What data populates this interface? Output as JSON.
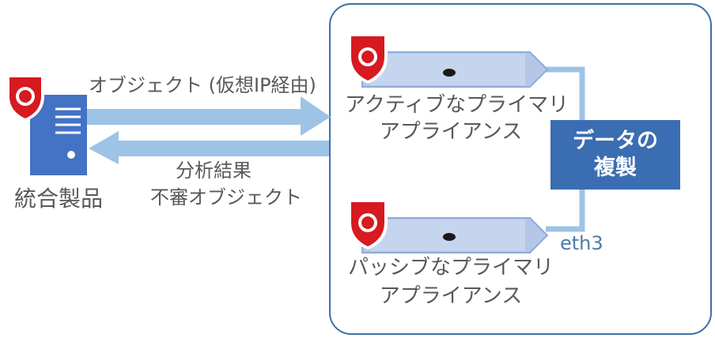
{
  "flows": {
    "request_label": "オブジェクト (仮想IP経由)",
    "response_label_1": "分析結果",
    "response_label_2": "不審オブジェクト"
  },
  "integrated_product": {
    "label": "統合製品",
    "icon": "server-icon"
  },
  "active_appliance": {
    "label_1": "アクティブなプライマリ",
    "label_2": "アプライアンス",
    "icon": "appliance-icon"
  },
  "passive_appliance": {
    "label_1": "パッシブなプライマリ",
    "label_2": "アプライアンス",
    "icon": "appliance-icon"
  },
  "replication": {
    "label_1": "データの",
    "label_2": "複製"
  },
  "interface_label": "eth3",
  "colors": {
    "cluster_border": "#3f6ea8",
    "arrow": "#9dc3e6",
    "replica_box": "#3b6db2",
    "shield": "#d71920",
    "server": "#4472c4",
    "text": "#595959"
  }
}
